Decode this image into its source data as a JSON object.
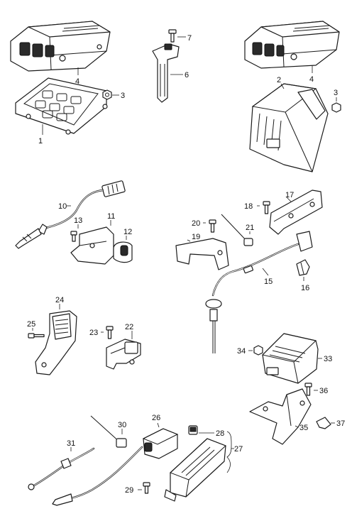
{
  "diagram": {
    "part_numbers": {
      "p1": "1",
      "p2": "2",
      "p3a": "3",
      "p3b": "3",
      "p4a": "4",
      "p4b": "4",
      "p6": "6",
      "p7": "7",
      "p10": "10",
      "p11": "11",
      "p12": "12",
      "p13": "13",
      "p15": "15",
      "p16": "16",
      "p17": "17",
      "p18": "18",
      "p19": "19",
      "p20": "20",
      "p21": "21",
      "p22": "22",
      "p23": "23",
      "p24": "24",
      "p25": "25",
      "p26": "26",
      "p27": "27",
      "p28": "28",
      "p29": "29",
      "p30": "30",
      "p31": "31",
      "p33": "33",
      "p34": "34",
      "p35": "35",
      "p36": "36",
      "p37": "37"
    }
  }
}
